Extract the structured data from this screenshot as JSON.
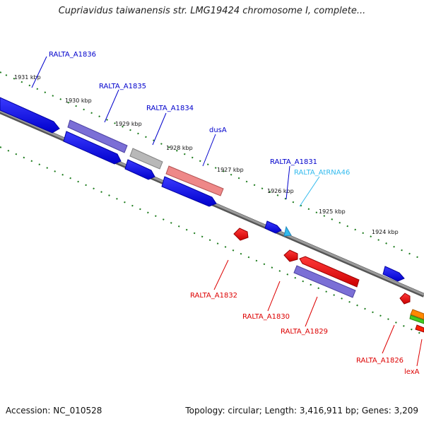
{
  "title": "Cupriavidus taiwanensis str. LMG19424 chromosome I, complete...",
  "footer": {
    "accession": "Accession: NC_010528",
    "summary": "Topology: circular; Length: 3,416,911 bp; Genes: 3,209"
  },
  "colors": {
    "backbone": "#808080",
    "tick": "#1a7a1a",
    "forward_gene": "#0000ff",
    "reverse_gene": "#ff0000",
    "forward_label": "#0000cc",
    "reverse_label": "#dd0000",
    "rna": "#33bbee",
    "cds_purple": "#7b6fd6",
    "cds_gray": "#b0b0b0",
    "cds_pink": "#ee8888"
  },
  "kbp_labels": [
    "1931 kbp",
    "1930 kbp",
    "1929 kbp",
    "1928 kbp",
    "1927 kbp",
    "1926 kbp",
    "1925 kbp",
    "1924 kbp"
  ],
  "gene_labels": {
    "RALTA_A1836": "RALTA_A1836",
    "RALTA_A1835": "RALTA_A1835",
    "RALTA_A1834": "RALTA_A1834",
    "dusA": "dusA",
    "RALTA_A1831": "RALTA_A1831",
    "RALTA_AtRNA46": "RALTA_AtRNA46",
    "RALTA_A1832": "RALTA_A1832",
    "RALTA_A1830": "RALTA_A1830",
    "RALTA_A1829": "RALTA_A1829",
    "RALTA_A1826": "RALTA_A1826",
    "lexA": "lexA"
  }
}
